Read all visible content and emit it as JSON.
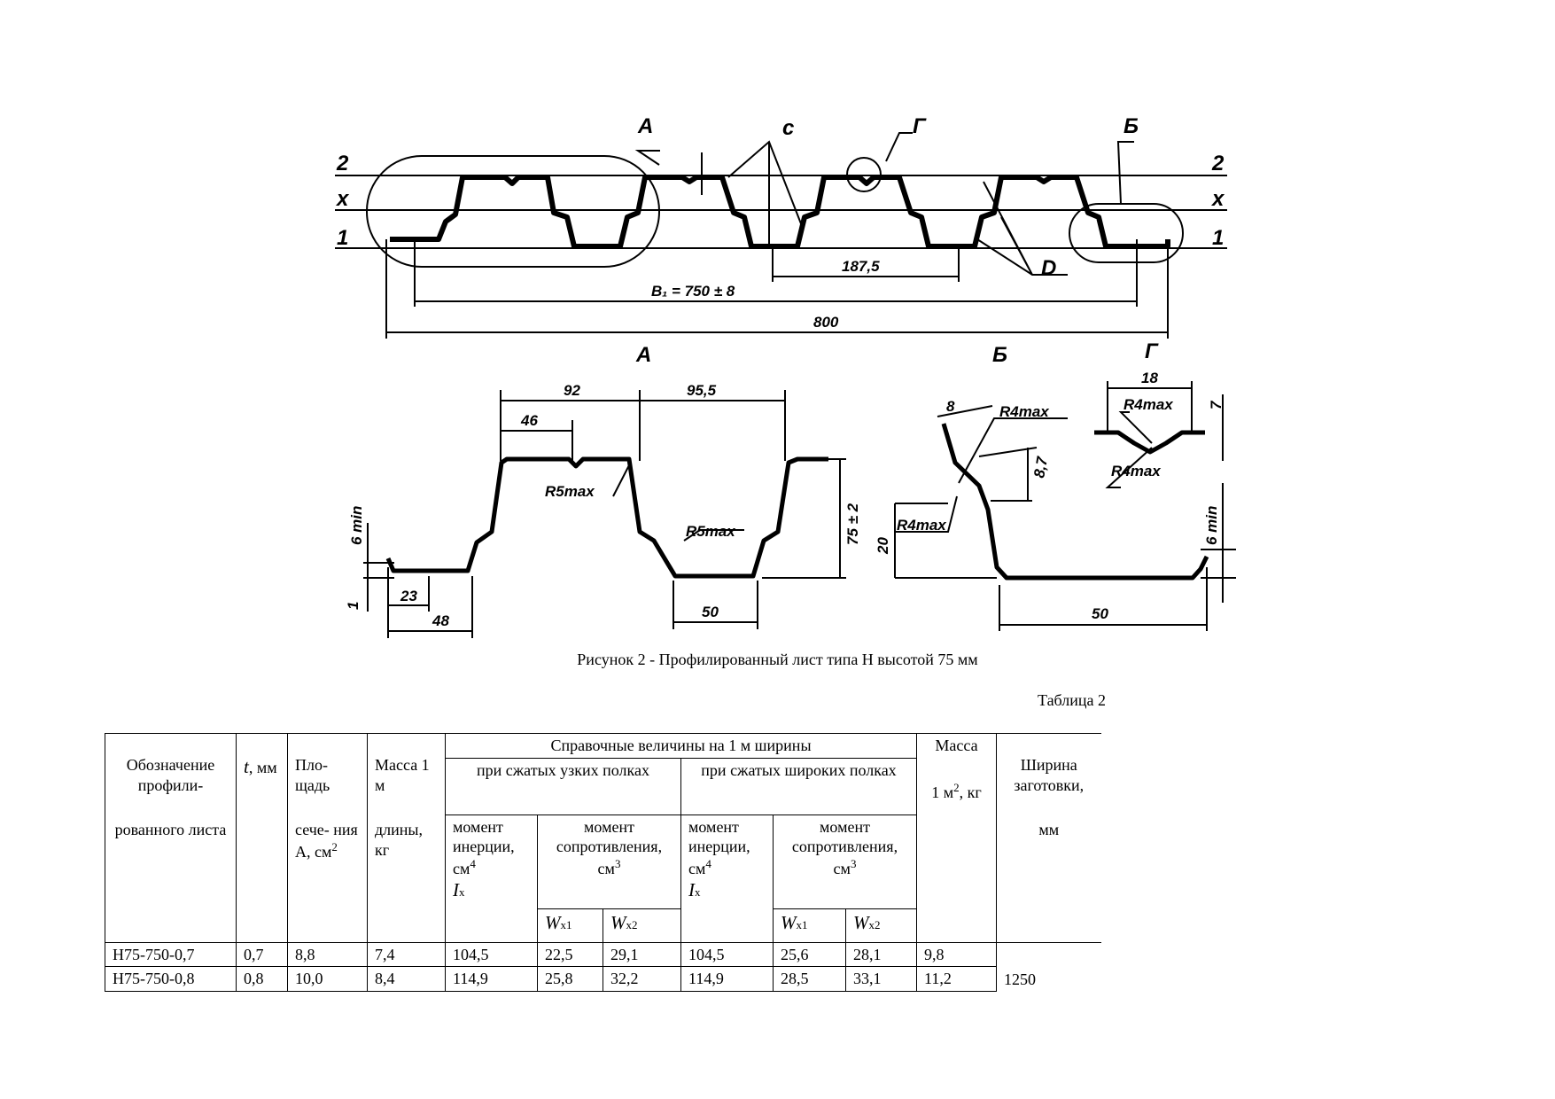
{
  "drawing": {
    "top": {
      "labels": {
        "A": "А",
        "B": "Б",
        "G": "Г",
        "c": "c",
        "D": "D"
      },
      "axis_labels": [
        "2",
        "x",
        "1"
      ],
      "dims": {
        "pitch": "187,5",
        "b1": "B₁ = 750 ± 8",
        "total": "800"
      }
    },
    "detail_A": {
      "title": "А",
      "dims": {
        "d92": "92",
        "d955": "95,5",
        "d46": "46",
        "r5a": "R5max",
        "r5b": "R5max",
        "h75": "75 ± 2",
        "min6": "6 min",
        "t1": "1",
        "d23": "23",
        "d48": "48",
        "d50": "50"
      }
    },
    "detail_B": {
      "title": "Б",
      "dims": {
        "d8": "8",
        "r4a": "R4max",
        "d87": "8,7",
        "r4b": "R4max",
        "h20": "20",
        "d50": "50"
      }
    },
    "detail_G": {
      "title": "Г",
      "dims": {
        "d18": "18",
        "r4a": "R4max",
        "r4b": "R4max",
        "d7": "7",
        "min6": "6 min"
      }
    }
  },
  "caption": "Рисунок 2 - Профилированный лист типа Н высотой 75 мм",
  "table_label": "Таблица 2",
  "table": {
    "h_designation_1": "Обозначение профили-",
    "h_designation_2": "рованного листа",
    "h_t_sym": "t",
    "h_t_unit": ", мм",
    "h_area_1": "Пло- щадь",
    "h_area_2": "сече- ния А, см",
    "h_area_sup": "2",
    "h_mass_1": "Масса 1 м",
    "h_mass_2": "длины, кг",
    "h_ref": "Справочные величины на 1 м ширины",
    "h_narrow": "при сжатых узких полках",
    "h_wide": "при сжатых широких полках",
    "h_inertia": "момент инерции",
    "h_inertia_unit": ", см",
    "h_inertia_sup": "4",
    "h_ix_sym": "I",
    "h_ix_sub": "x",
    "h_resist": "момент сопротивления, см",
    "h_resist_sup": "3",
    "h_wx_sym": "W",
    "h_wx1_sub": "x1",
    "h_wx2_sub": "x2",
    "h_mass1m_1": "Масса",
    "h_mass1m_2": "1 м",
    "h_mass1m_sup": "2",
    "h_mass1m_3": ", кг",
    "h_width_1": "Ширина заготовки,",
    "h_width_2": "мм",
    "rows": [
      [
        "Н75-750-0,7",
        "0,7",
        "8,8",
        "7,4",
        "104,5",
        "22,5",
        "29,1",
        "104,5",
        "25,6",
        "28,1",
        "9,8"
      ],
      [
        "Н75-750-0,8",
        "0,8",
        "10,0",
        "8,4",
        "114,9",
        "25,8",
        "32,2",
        "114,9",
        "28,5",
        "33,1",
        "11,2"
      ]
    ],
    "width_value": "1250"
  }
}
